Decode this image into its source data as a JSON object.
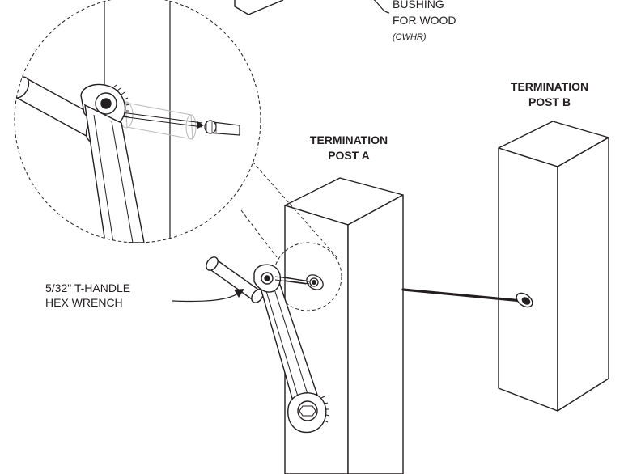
{
  "labels": {
    "bushing_line1": "BUSHING",
    "bushing_line2": "FOR WOOD",
    "bushing_part": "(CWHR)",
    "post_a_line1": "TERMINATION",
    "post_a_line2": "POST A",
    "post_b_line1": "TERMINATION",
    "post_b_line2": "POST B",
    "wrench_line1": "5/32\" T-HANDLE",
    "wrench_line2": "HEX WRENCH"
  },
  "colors": {
    "line": "#231f20",
    "background": "#ffffff",
    "ghost": "#bcbcbc"
  }
}
